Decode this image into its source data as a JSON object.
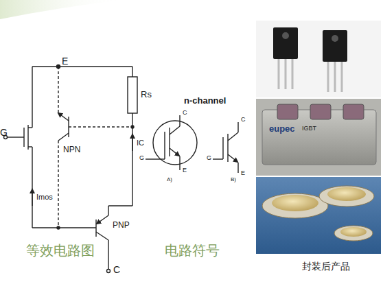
{
  "diagram": {
    "labels": [
      "E",
      "G",
      "Rs",
      "IC",
      "NPN",
      "Imos",
      "PNP",
      "C",
      "n-channel",
      "C",
      "G",
      "E",
      "A)",
      "C",
      "G",
      "E",
      "B)",
      "等效电路图",
      "电路符号",
      "eupec",
      "IGBT",
      "封装后产品"
    ]
  }
}
